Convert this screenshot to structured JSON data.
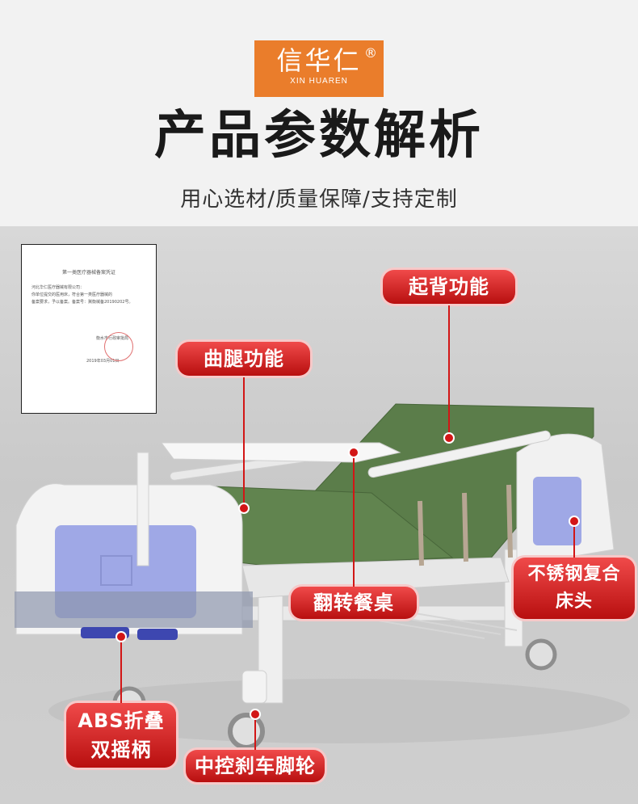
{
  "brand": {
    "name": "信华仁",
    "reg": "®",
    "pinyin": "XIN HUAREN"
  },
  "header": {
    "title": "产品参数解析",
    "subtitle": "用心选材/质量保障/支持定制"
  },
  "document": {
    "title": "第一类医疗器械备案凭证",
    "lines": [
      "河北华仁医疗器械有限公司：",
      "你单位提交的医用床，符合第一类医疗器械的",
      "备案要求，予以备案。备案号：冀衡械备20190202号。"
    ],
    "signature": "衡水市行政审批局",
    "date": "2019年03月01日"
  },
  "callouts": {
    "back_lift": "起背功能",
    "leg_bend": "曲腿功能",
    "stainless_head_1": "不锈钢复合",
    "stainless_head_2": "床头",
    "flip_table": "翻转餐桌",
    "crank_1": "ABS折叠",
    "crank_2": "双摇柄",
    "caster": "中控刹车脚轮"
  },
  "colors": {
    "brand_orange": "#ea7d2b",
    "callout_red": "#d21616",
    "mattress_green": "#5b7d4a",
    "panel_blue": "#9fa8e6"
  }
}
